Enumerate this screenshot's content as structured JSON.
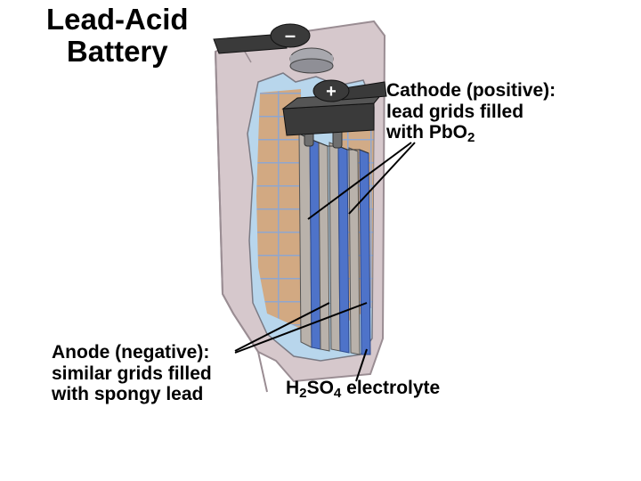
{
  "title": {
    "line1": "Lead-Acid",
    "line2": "Battery"
  },
  "terminals": {
    "negative": "–",
    "positive": "+"
  },
  "cathode": {
    "line1": "Cathode (positive):",
    "line2": "lead grids filled",
    "line3_prefix": "with PbO",
    "line3_sub": "2"
  },
  "anode": {
    "line1": "Anode (negative):",
    "line2": "similar grids filled",
    "line3": "with spongy lead"
  },
  "electrolyte": {
    "h": "H",
    "sub1": "2",
    "so": "SO",
    "sub2": "4",
    "rest": " electrolyte"
  },
  "colors": {
    "casing": "#d6c8cc",
    "casing_edge": "#9a8d93",
    "plate_tan": "#d2a982",
    "grid_blue": "#4e73c9",
    "electrolyte": "#b8d6ec",
    "terminal": "#3a3a3a",
    "separator": "#b9b2ab"
  }
}
